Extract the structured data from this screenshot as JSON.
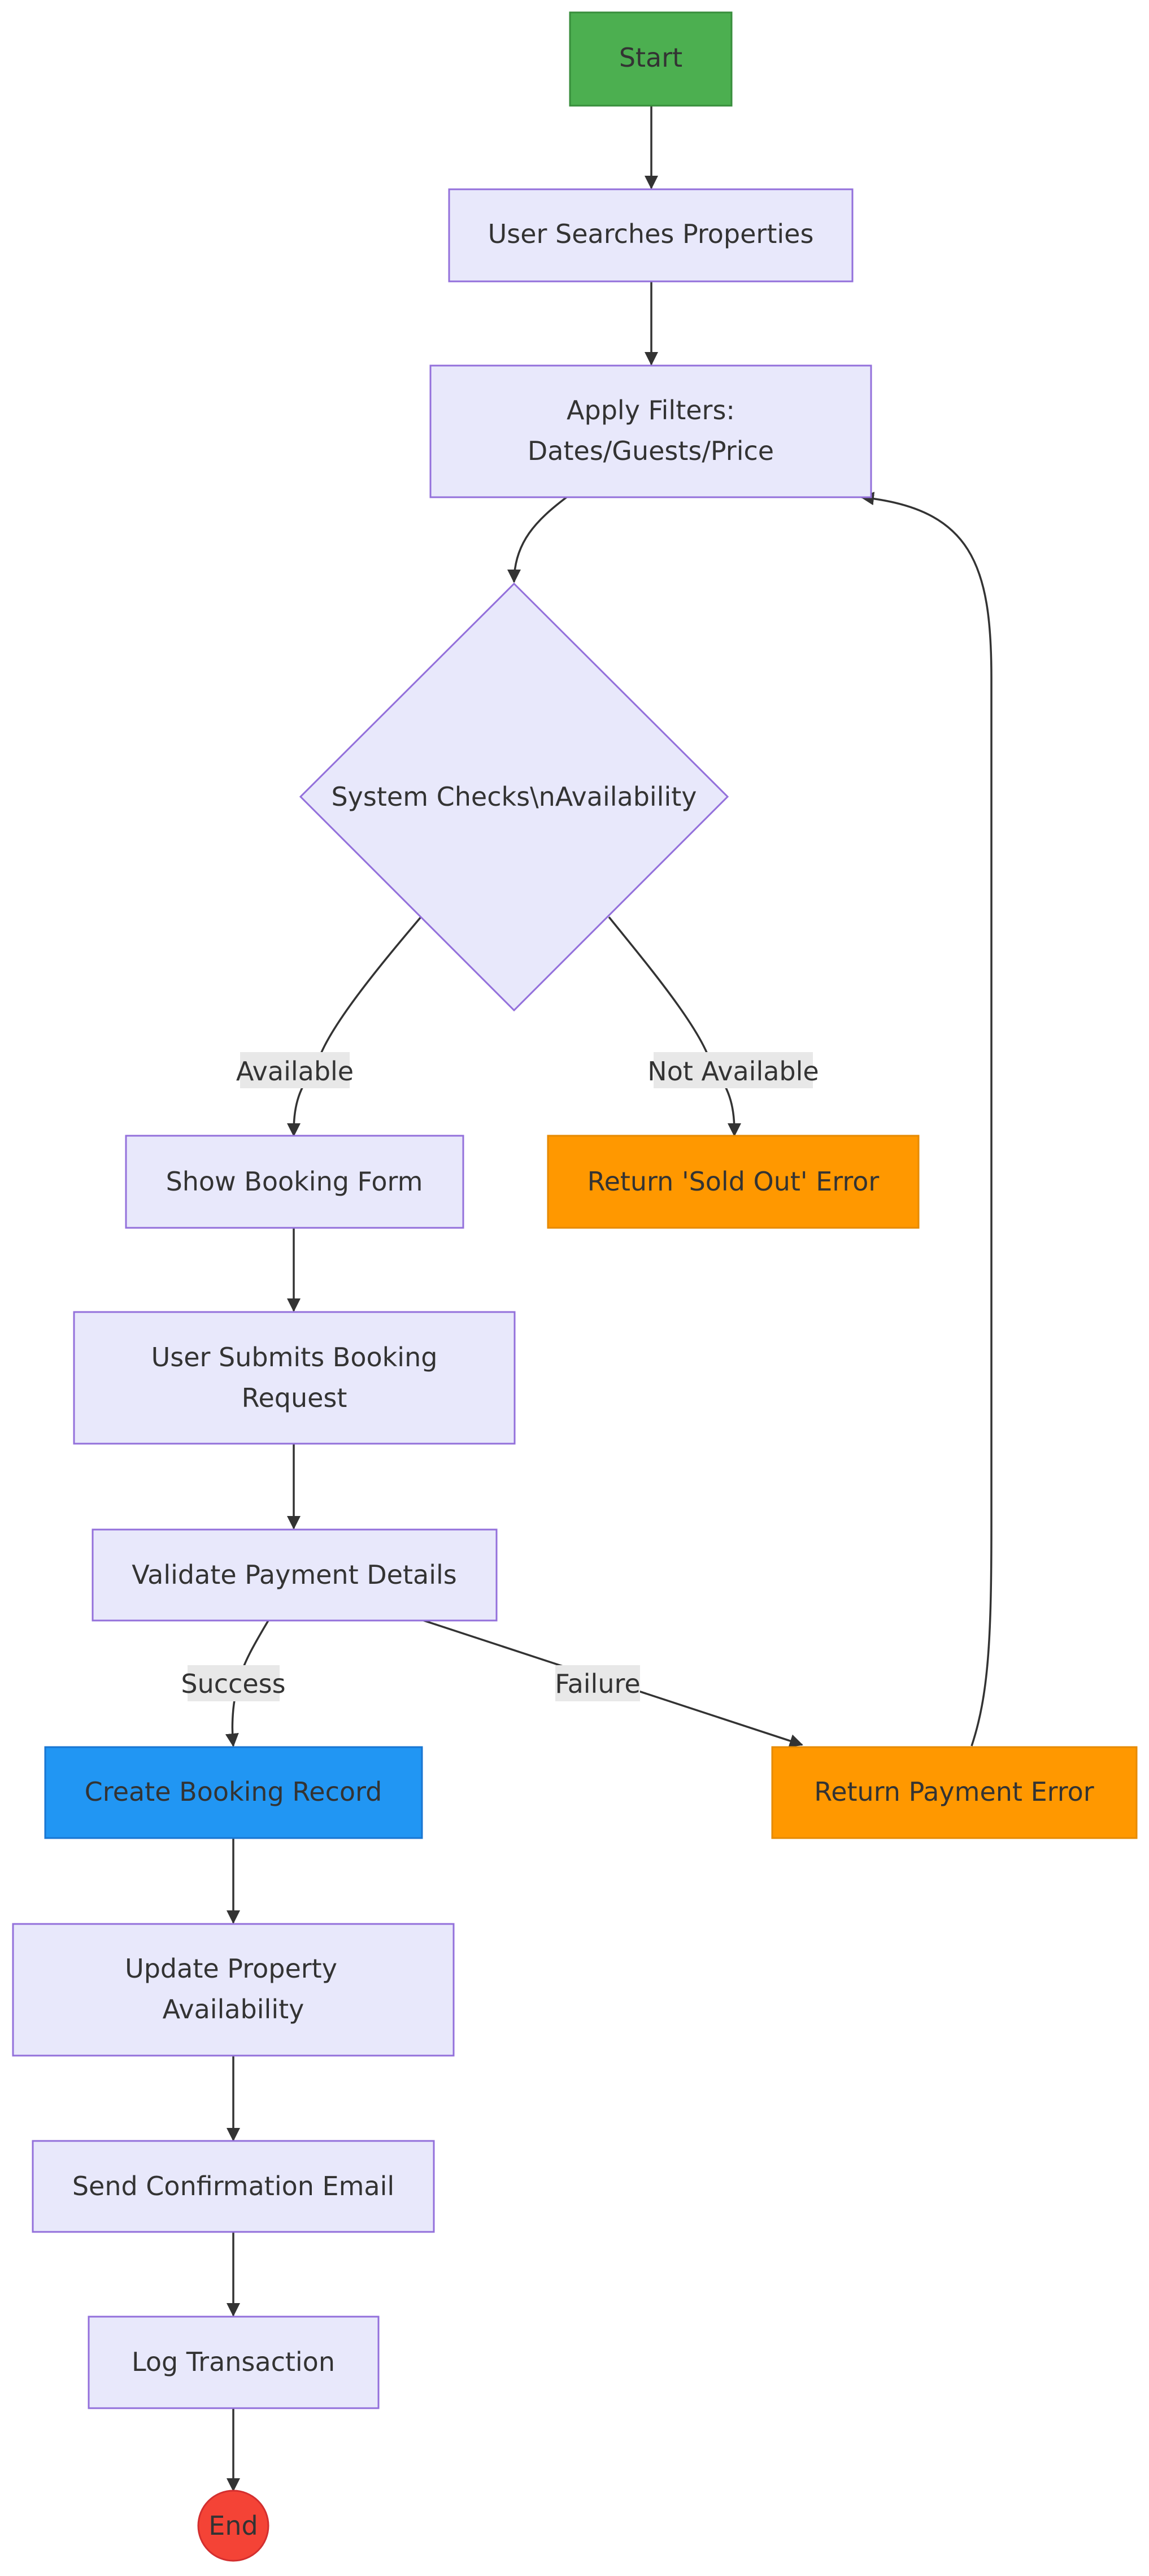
{
  "colors": {
    "default_fill": "#e8e8fb",
    "default_stroke": "#9370db",
    "start_fill": "#4caf50",
    "start_stroke": "#388e3c",
    "error_fill": "#ff9800",
    "error_stroke": "#e68a00",
    "action_fill": "#2196f3",
    "action_stroke": "#1976d2",
    "end_fill": "#f44336",
    "end_stroke": "#d32f2f",
    "label_bg": "#e8e8e8",
    "edge": "#333333"
  },
  "nodes": {
    "start": {
      "label": "Start"
    },
    "search": {
      "label": "User Searches Properties"
    },
    "filters": {
      "label_line1": "Apply Filters:",
      "label_line2": "Dates/Guests/Price"
    },
    "check": {
      "label": "System Checks\\nAvailability"
    },
    "booking_form": {
      "label": "Show Booking Form"
    },
    "sold_out": {
      "label": "Return 'Sold Out' Error"
    },
    "submit": {
      "label_line1": "User Submits Booking",
      "label_line2": "Request"
    },
    "validate": {
      "label": "Validate Payment Details"
    },
    "create_record": {
      "label": "Create Booking Record"
    },
    "payment_error": {
      "label": "Return Payment Error"
    },
    "update_avail": {
      "label_line1": "Update Property",
      "label_line2": "Availability"
    },
    "confirm_email": {
      "label": "Send Confirmation Email"
    },
    "log": {
      "label": "Log Transaction"
    },
    "end": {
      "label": "End"
    }
  },
  "edge_labels": {
    "available": "Available",
    "not_available": "Not Available",
    "success": "Success",
    "failure": "Failure"
  }
}
